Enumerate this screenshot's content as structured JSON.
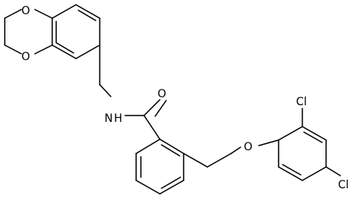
{
  "molecule": {
    "atom_labels": {
      "o_ring_top": "O",
      "o_ring_bottom": "O",
      "nh": "N",
      "nh_h": "H",
      "o_carbonyl": "O",
      "o_ether": "O",
      "cl_top": "Cl",
      "cl_bottom": "Cl"
    }
  }
}
